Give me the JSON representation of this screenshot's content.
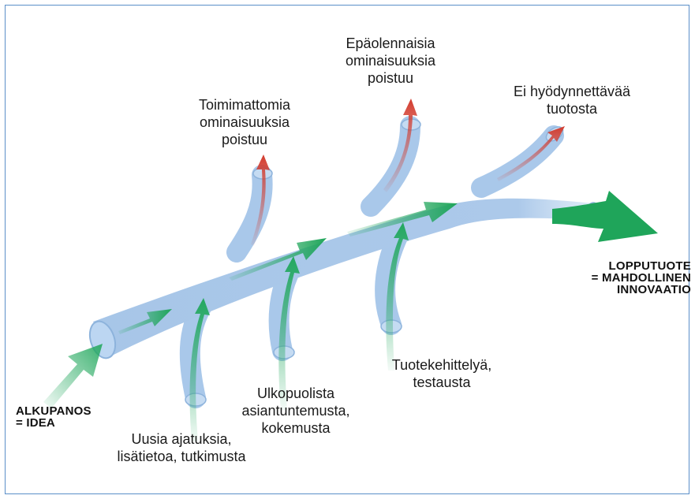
{
  "colors": {
    "pipe": "#a9c8ea",
    "pipe_end": "#bcd6f2",
    "pipe_edge": "#7fa9d6",
    "flow_arrow": "#1fa55a",
    "input_arrow": "#23a85e",
    "exit_arrow": "#d23b2e",
    "frame": "#5b8fc9"
  },
  "labels": {
    "start": "ALKUPANOS\n= IDEA",
    "end": "LOPPUTUOTE\n= MAHDOLLINEN\nINNOVAATIO",
    "input_1": "Uusia ajatuksia,\nlisätietoa, tutkimusta",
    "input_2": "Ulkopuolista\nasiantuntemusta,\nkokemusta",
    "input_3": "Tuotekehittelyä,\ntestausta",
    "exit_1": "Toimimattomia\nominaisuuksia\npoistuu",
    "exit_2": "Epäolennaisia\nominaisuuksia\npoistuu",
    "exit_3": "Ei hyödynnettävää\ntuotosta"
  }
}
